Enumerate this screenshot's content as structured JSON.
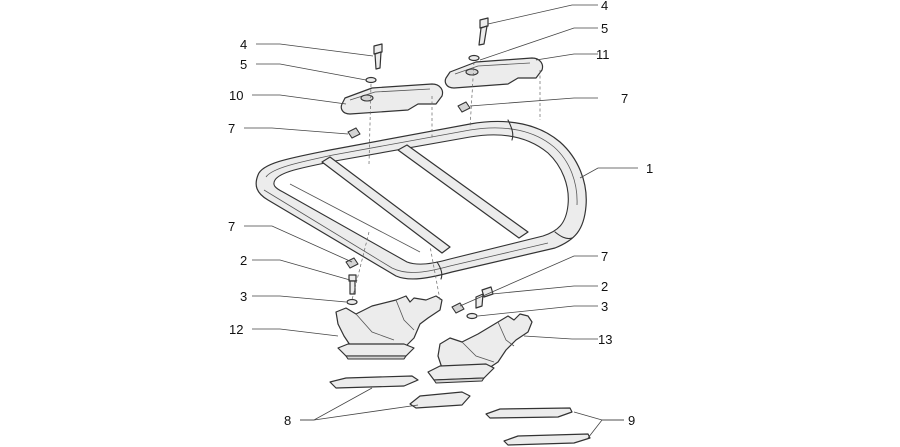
{
  "callouts": {
    "c1": "1",
    "c2_left": "2",
    "c2_right": "2",
    "c3_left": "3",
    "c3_right": "3",
    "c4_left": "4",
    "c4_right": "4",
    "c5_left": "5",
    "c5_right": "5",
    "c7_upper_left": "7",
    "c7_upper_right": "7",
    "c7_lower_left": "7",
    "c7_lower_right": "7",
    "c8": "8",
    "c9": "9",
    "c10": "10",
    "c11": "11",
    "c12": "12",
    "c13": "13"
  }
}
